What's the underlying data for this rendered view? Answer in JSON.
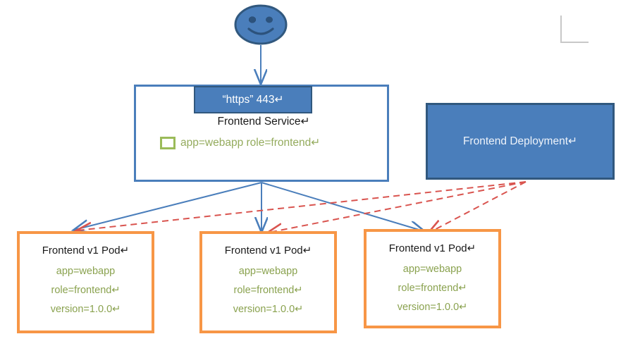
{
  "diagram": {
    "actor": {
      "icon": "smiley-face-user-icon"
    },
    "service": {
      "port_label": "“https” 443↵",
      "title": "Frontend Service↵",
      "selector_icon": "green-square-selector-icon",
      "selector": "app=webapp role=frontend↵",
      "border_color": "#4a7ebb",
      "chip_fill": "#4a7ebb",
      "selector_color": "#94ab5d"
    },
    "deployment": {
      "title": "Frontend Deployment↵",
      "fill_color": "#4a7ebb",
      "border_color": "#31587e",
      "text_color": "#eef3fa"
    },
    "pods": [
      {
        "title": "Frontend v1 Pod↵",
        "labels": [
          "app=webapp",
          "role=frontend↵",
          "version=1.0.0↵"
        ]
      },
      {
        "title": "Frontend v1 Pod↵",
        "labels": [
          "app=webapp",
          "role=frontend↵",
          "version=1.0.0↵"
        ]
      },
      {
        "title": "Frontend v1 Pod↵",
        "labels": [
          "app=webapp",
          "role=frontend↵",
          "version=1.0.0↵"
        ]
      }
    ],
    "pod_border_color": "#f79646",
    "pod_label_color": "#8aa24f",
    "edges": {
      "solid_color": "#4a7ebb",
      "dashed_color": "#d9544f",
      "solid_style": "solid",
      "dashed_style": "dashed"
    },
    "crop_mark": {
      "color": "#c8c8c8"
    }
  }
}
